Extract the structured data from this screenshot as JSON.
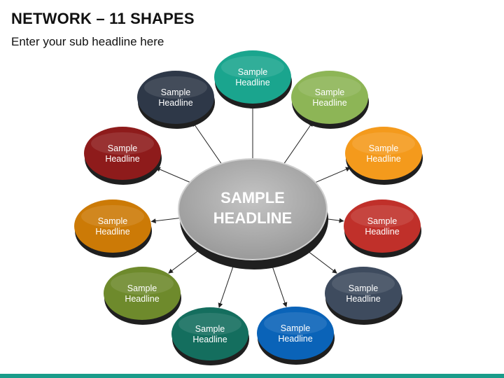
{
  "title": "NETWORK – 11 SHAPES",
  "subtitle": "Enter your sub headline here",
  "colors": {
    "footer": "#1a9c8a",
    "hub": "#a9a9a9",
    "arrow": "#222222"
  },
  "hub": {
    "label_line1": "SAMPLE",
    "label_line2": "HEADLINE"
  },
  "nodes": [
    {
      "line1": "Sample",
      "line2": "Headline",
      "color": "#1aa58e"
    },
    {
      "line1": "Sample",
      "line2": "Headline",
      "color": "#8db556"
    },
    {
      "line1": "Sample",
      "line2": "Headline",
      "color": "#f49a1c"
    },
    {
      "line1": "Sample",
      "line2": "Headline",
      "color": "#c0302a"
    },
    {
      "line1": "Sample",
      "line2": "Headline",
      "color": "#3e4b5e"
    },
    {
      "line1": "Sample",
      "line2": "Headline",
      "color": "#0a63b8"
    },
    {
      "line1": "Sample",
      "line2": "Headline",
      "color": "#146e5e"
    },
    {
      "line1": "Sample",
      "line2": "Headline",
      "color": "#6e8a2c"
    },
    {
      "line1": "Sample",
      "line2": "Headline",
      "color": "#cc7a06"
    },
    {
      "line1": "Sample",
      "line2": "Headline",
      "color": "#8e1b1b"
    },
    {
      "line1": "Sample",
      "line2": "Headline",
      "color": "#2e3848"
    }
  ]
}
